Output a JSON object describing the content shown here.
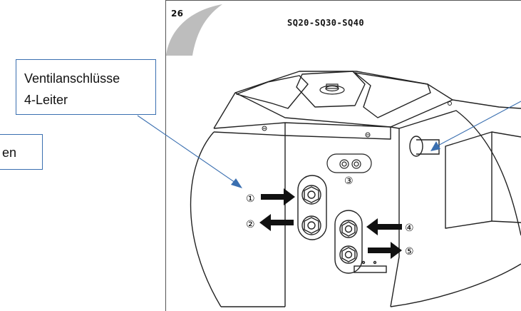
{
  "page": {
    "number": "26",
    "title": "SQ20-SQ30-SQ40"
  },
  "callouts": {
    "main_line1": "Ventilanschlüsse",
    "main_line2": "4-Leiter",
    "left_partial": "en"
  },
  "markers": {
    "m1": "①",
    "m2": "②",
    "m3": "③",
    "m4": "④",
    "m5": "⑤"
  },
  "colors": {
    "callout_border": "#3a6fb0",
    "leader_line": "#3a6fb0",
    "drawing_line": "#222222",
    "corner_tab": "#bdbdbd"
  }
}
